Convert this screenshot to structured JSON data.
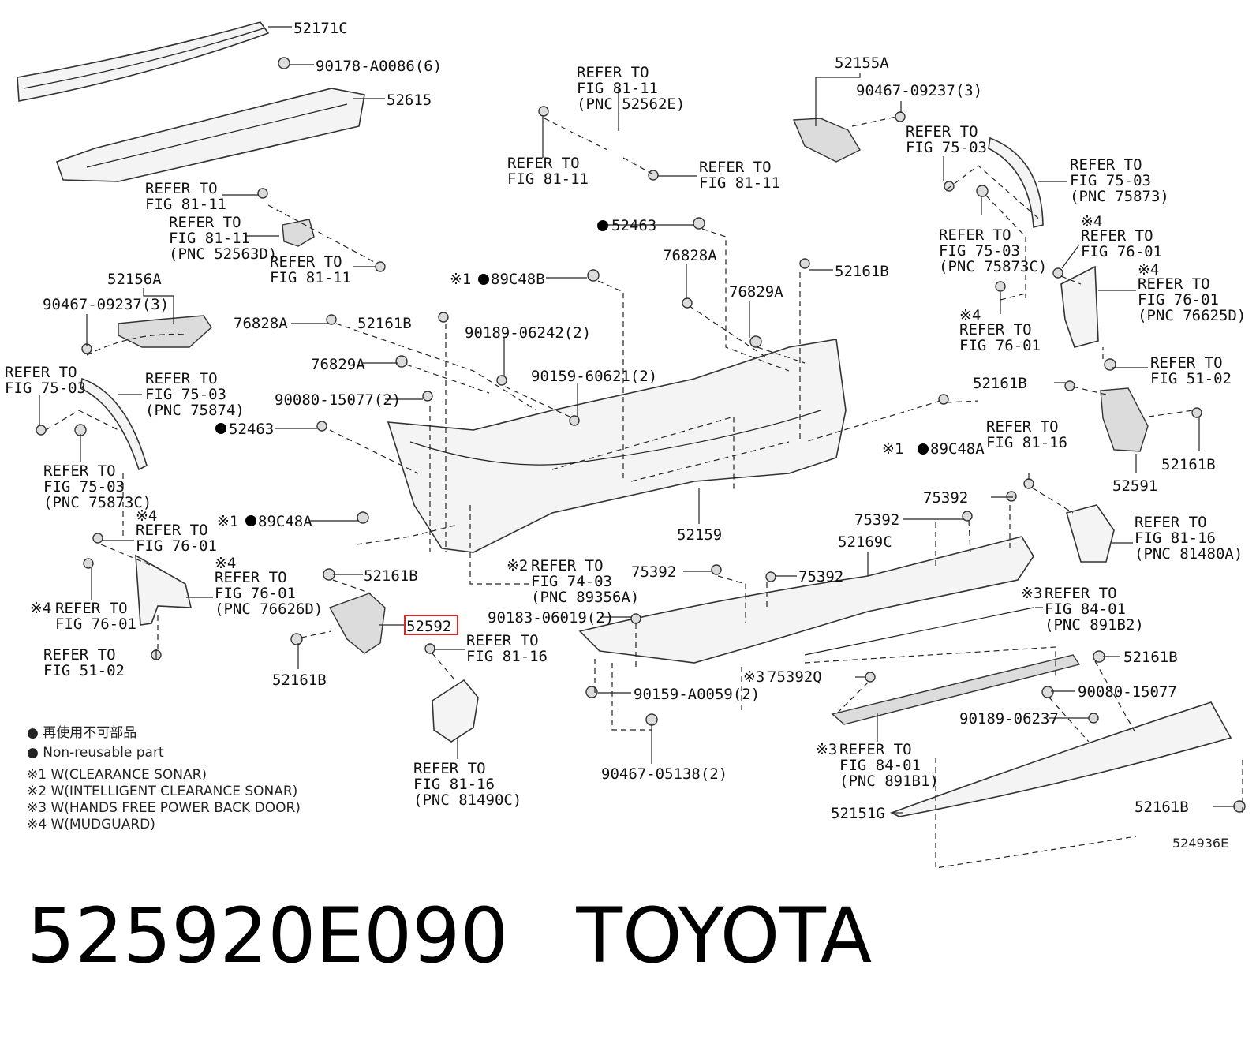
{
  "diagram": {
    "labels": [
      {
        "text": "52171C"
      },
      {
        "text": "90178-A0086(6)"
      },
      {
        "text": "52615"
      },
      {
        "text": "REFER TO"
      },
      {
        "text": "FIG 81-11"
      },
      {
        "text": "REFER TO"
      },
      {
        "text": "FIG 81-11"
      },
      {
        "text": "(PNC 52563D)"
      },
      {
        "text": "REFER TO"
      },
      {
        "text": "FIG 81-11"
      },
      {
        "text": "52156A"
      },
      {
        "text": "90467-09237(3)"
      },
      {
        "text": "REFER TO"
      },
      {
        "text": "FIG 75-03"
      },
      {
        "text": "REFER TO"
      },
      {
        "text": "FIG 75-03"
      },
      {
        "text": "(PNC 75874)"
      },
      {
        "text": "REFER TO"
      },
      {
        "text": "FIG 75-03"
      },
      {
        "text": "(PNC 75873C)"
      },
      {
        "text": "※4"
      },
      {
        "text": "REFER TO"
      },
      {
        "text": "FIG 76-01"
      },
      {
        "text": "※4"
      },
      {
        "text": "REFER TO"
      },
      {
        "text": "FIG 76-01"
      },
      {
        "text": "(PNC 76626D)"
      },
      {
        "text": "※4"
      },
      {
        "text": "REFER TO"
      },
      {
        "text": "FIG 76-01"
      },
      {
        "text": "REFER TO"
      },
      {
        "text": "FIG 51-02"
      },
      {
        "text": "76828A"
      },
      {
        "text": "52161B"
      },
      {
        "text": "76829A"
      },
      {
        "text": "90080-15077(2)"
      },
      {
        "text": "52463"
      },
      {
        "text": "※1"
      },
      {
        "text": "89C48A"
      },
      {
        "text": "52161B"
      },
      {
        "text": "52592"
      },
      {
        "text": "52161B"
      },
      {
        "text": "REFER TO"
      },
      {
        "text": "FIG 81-16"
      },
      {
        "text": "REFER TO"
      },
      {
        "text": "FIG 81-16"
      },
      {
        "text": "(PNC 81490C)"
      },
      {
        "text": "REFER TO"
      },
      {
        "text": "FIG 81-11"
      },
      {
        "text": "(PNC 52562E)"
      },
      {
        "text": "REFER TO"
      },
      {
        "text": "FIG 81-11"
      },
      {
        "text": "REFER TO"
      },
      {
        "text": "FIG 81-11"
      },
      {
        "text": "52463"
      },
      {
        "text": "※1"
      },
      {
        "text": "89C48B"
      },
      {
        "text": "90189-06242(2)"
      },
      {
        "text": "90159-60621(2)"
      },
      {
        "text": "76828A"
      },
      {
        "text": "76829A"
      },
      {
        "text": "52161B"
      },
      {
        "text": "52159"
      },
      {
        "text": "※2"
      },
      {
        "text": "REFER TO"
      },
      {
        "text": "FIG 74-03"
      },
      {
        "text": "(PNC 89356A)"
      },
      {
        "text": "90183-06019(2)"
      },
      {
        "text": "75392"
      },
      {
        "text": "75392"
      },
      {
        "text": "90159-A0059(2)"
      },
      {
        "text": "90467-05138(2)"
      },
      {
        "text": "52155A"
      },
      {
        "text": "90467-09237(3)"
      },
      {
        "text": "REFER TO"
      },
      {
        "text": "FIG 75-03"
      },
      {
        "text": "REFER TO"
      },
      {
        "text": "FIG 75-03"
      },
      {
        "text": "(PNC 75873)"
      },
      {
        "text": "REFER TO"
      },
      {
        "text": "FIG 75-03"
      },
      {
        "text": "(PNC 75873C)"
      },
      {
        "text": "※4"
      },
      {
        "text": "REFER TO"
      },
      {
        "text": "FIG 76-01"
      },
      {
        "text": "※4"
      },
      {
        "text": "REFER TO"
      },
      {
        "text": "FIG 76-01"
      },
      {
        "text": "(PNC 76625D)"
      },
      {
        "text": "※4"
      },
      {
        "text": "REFER TO"
      },
      {
        "text": "FIG 76-01"
      },
      {
        "text": "REFER TO"
      },
      {
        "text": "FIG 51-02"
      },
      {
        "text": "52161B"
      },
      {
        "text": "52161B"
      },
      {
        "text": "52591"
      },
      {
        "text": "※1"
      },
      {
        "text": "89C48A"
      },
      {
        "text": "REFER TO"
      },
      {
        "text": "FIG 81-16"
      },
      {
        "text": "75392"
      },
      {
        "text": "75392"
      },
      {
        "text": "52169C"
      },
      {
        "text": "REFER TO"
      },
      {
        "text": "FIG 81-16"
      },
      {
        "text": "(PNC 81480A)"
      },
      {
        "text": "※3"
      },
      {
        "text": "REFER TO"
      },
      {
        "text": "FIG 84-01"
      },
      {
        "text": "(PNC 891B2)"
      },
      {
        "text": "52161B"
      },
      {
        "text": "※3"
      },
      {
        "text": "75392Q"
      },
      {
        "text": "90080-15077"
      },
      {
        "text": "90189-06237"
      },
      {
        "text": "※3"
      },
      {
        "text": "REFER TO"
      },
      {
        "text": "FIG 84-01"
      },
      {
        "text": "(PNC 891B1)"
      },
      {
        "text": "52151G"
      },
      {
        "text": "52161B"
      },
      {
        "text": "524936E"
      }
    ],
    "legend": [
      {
        "text": "● 再使用不可部品"
      },
      {
        "text": "● Non-reusable part"
      },
      {
        "text": "※1 W(CLEARANCE SONAR)"
      },
      {
        "text": "※2 W(INTELLIGENT CLEARANCE SONAR)"
      },
      {
        "text": "※3 W(HANDS FREE POWER BACK DOOR)"
      },
      {
        "text": "※4 W(MUDGUARD)"
      }
    ],
    "highlight_color": "#d62828"
  },
  "footer": {
    "part_number": "525920E090",
    "brand": "TOYOTA"
  }
}
